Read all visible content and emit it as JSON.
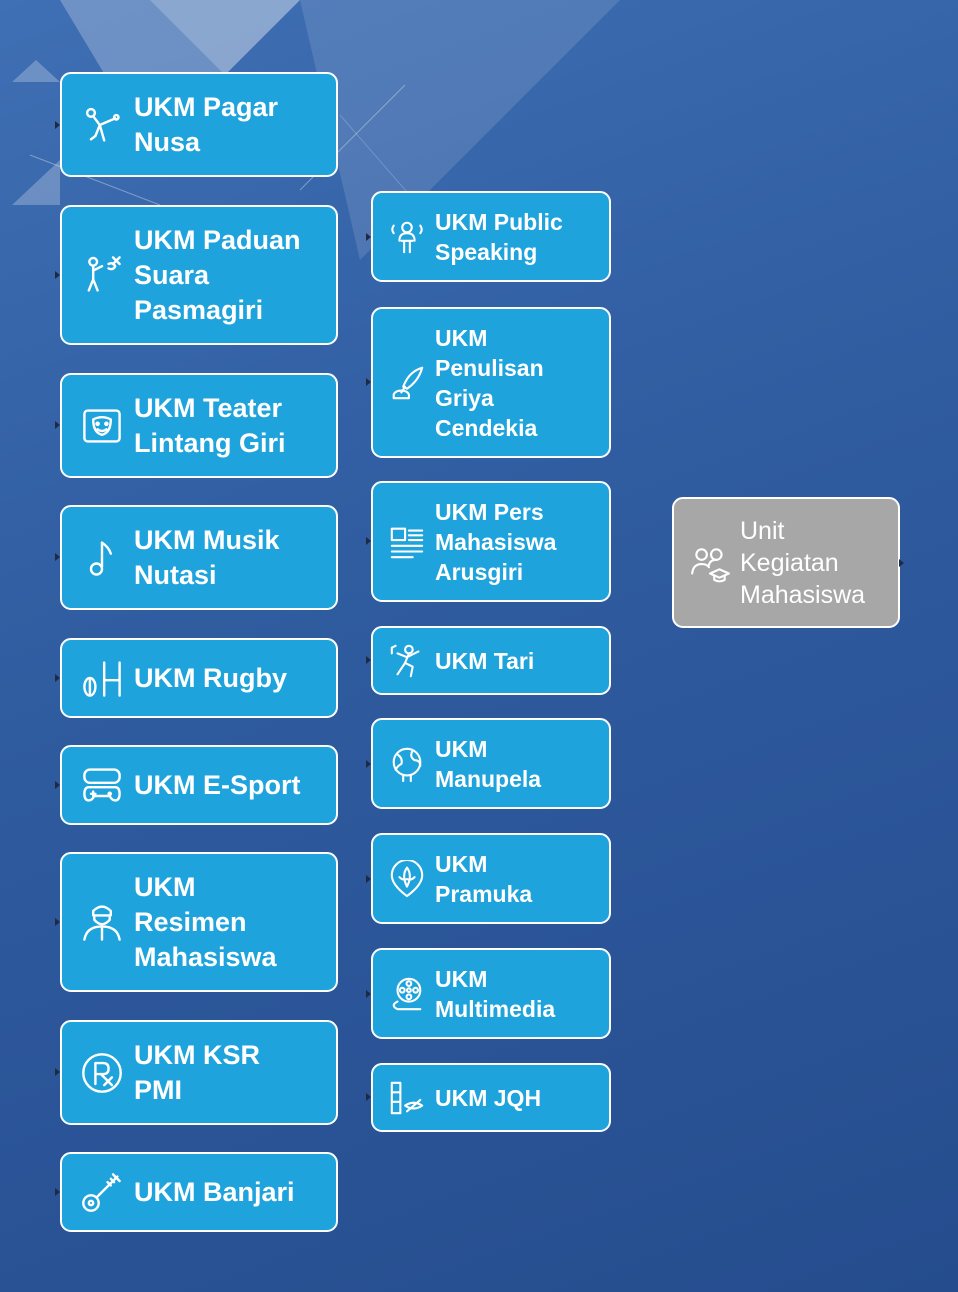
{
  "root": {
    "label": "Unit\nKegiatan\nMahasiswa",
    "icon": "students-icon"
  },
  "column1": [
    {
      "label": "UKM Pagar\nNusa",
      "icon": "martial-arts-kick-icon"
    },
    {
      "label": "UKM Paduan\nSuara\nPasmagiri",
      "icon": "singer-microphone-icon"
    },
    {
      "label": "UKM Teater\nLintang Giri",
      "icon": "theater-mask-icon"
    },
    {
      "label": "UKM Musik\nNutasi",
      "icon": "music-note-icon"
    },
    {
      "label": "UKM Rugby",
      "icon": "rugby-goal-icon"
    },
    {
      "label": "UKM E-Sport",
      "icon": "vr-headset-gamepad-icon"
    },
    {
      "label": "UKM\nResimen\nMahasiswa",
      "icon": "soldier-icon"
    },
    {
      "label": "UKM KSR\nPMI",
      "icon": "prescription-icon"
    },
    {
      "label": "UKM Banjari",
      "icon": "sitar-instrument-icon"
    }
  ],
  "column2": [
    {
      "label": "UKM Public\nSpeaking",
      "icon": "speaker-icon"
    },
    {
      "label": "UKM\nPenulisan\nGriya\nCendekia",
      "icon": "quill-ink-icon"
    },
    {
      "label": "UKM Pers\nMahasiswa\nArusgiri",
      "icon": "newspaper-icon"
    },
    {
      "label": "UKM Tari",
      "icon": "dancer-icon"
    },
    {
      "label": "UKM\nManupela",
      "icon": "nature-globe-icon"
    },
    {
      "label": "UKM\nPramuka",
      "icon": "scout-emblem-icon"
    },
    {
      "label": "UKM\nMultimedia",
      "icon": "film-reel-icon"
    },
    {
      "label": "UKM JQH",
      "icon": "quran-stand-icon"
    }
  ],
  "colors": {
    "node_fill": "#1fa3dc",
    "root_fill": "#a7a7a7",
    "border": "#ffffff",
    "background": "#2f5b9f"
  }
}
